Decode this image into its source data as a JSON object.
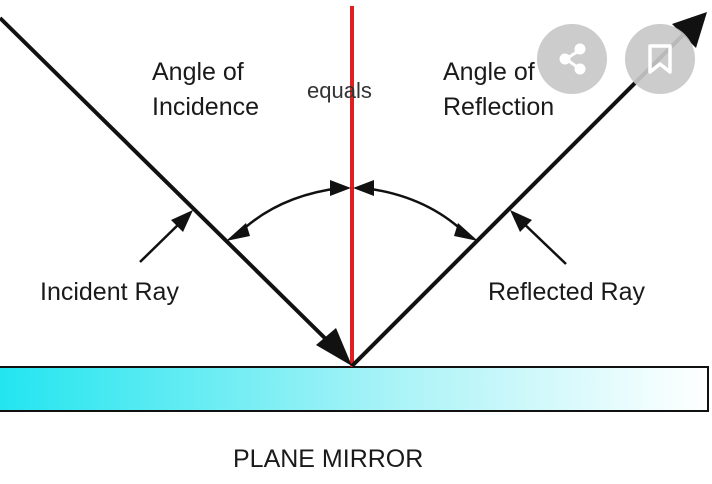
{
  "diagram": {
    "angle_incidence_line1": "Angle of",
    "angle_incidence_line2": "Incidence",
    "angle_reflection_line1": "Angle of",
    "angle_reflection_line2": "Reflection",
    "equals": "equals",
    "incident_ray": "Incident Ray",
    "reflected_ray": "Reflected Ray",
    "mirror": "PLANE MIRROR"
  },
  "overlay": {
    "share_icon": "share-icon",
    "bookmark_icon": "bookmark-icon"
  },
  "colors": {
    "normal_line": "#e02020",
    "mirror_start": "#22e5ef",
    "mirror_end": "#ffffff",
    "ray": "#111111",
    "fab_bg": "#c8c8c8"
  }
}
